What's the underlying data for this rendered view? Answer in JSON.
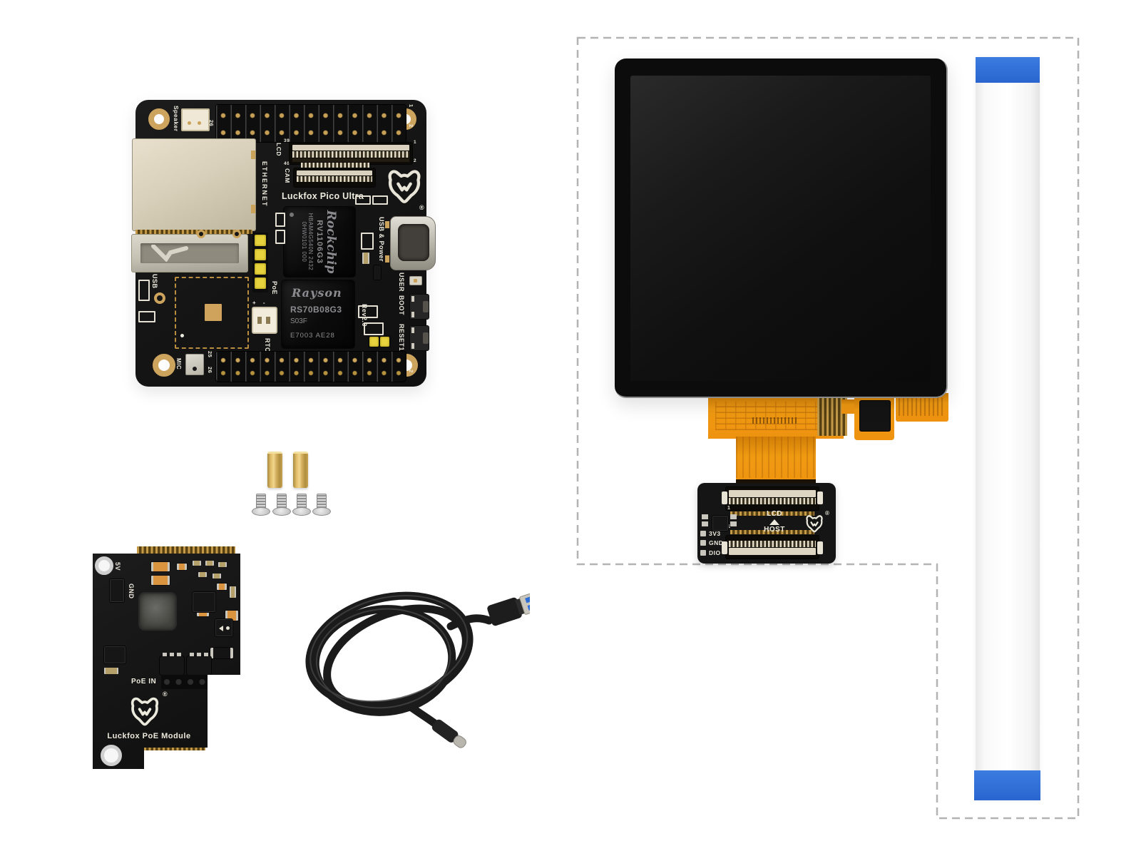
{
  "colors": {
    "pcb": "#161616",
    "gold": "#cda45e",
    "silk": "#ece9dd",
    "ethernet_metal": "#d4ccb6",
    "yellow_header": "#e7d33e",
    "flex_orange": "#ee9210",
    "tape_blue": "#2e6fd6",
    "dash_gray": "#b3b3b3",
    "ffc_white": "#fafafa"
  },
  "board": {
    "title": "Luckfox Pico Ultra",
    "reg": "®",
    "labels": {
      "speaker": "Speaker",
      "n26t": "26",
      "n1": "1",
      "n2": "2",
      "lcd": "LCD",
      "n39": "39",
      "n40": "40",
      "lcdn1": "1",
      "lcdn2": "2",
      "cam": "CAM",
      "ethernet": "ETHERNET",
      "usb_power": "USB & Power",
      "user": "USER",
      "boot": "BOOT",
      "reset1": "RESET1",
      "rev": "Rev2.0",
      "poe": "PoE",
      "rtc": "RTC",
      "rtc_marks": "+  -",
      "usb": "USB",
      "mic": "MIC",
      "n25b": "25",
      "n26b": "26",
      "n2b": "2"
    },
    "soc": {
      "brand": "Rockchip",
      "line1": "RV1106G3",
      "line2": "HBAM4G540N 2432",
      "line3": "0HW0101 000"
    },
    "memory": {
      "brand": "Rayson",
      "line1": "RS70B08G3",
      "line2": "S03F",
      "line3": "E7003  AE28"
    }
  },
  "poe_module": {
    "title": "Luckfox PoE Module",
    "reg": "®",
    "labels": {
      "v5": "5V",
      "gnd": "GND",
      "poe_in": "PoE IN"
    }
  },
  "lcd_kit": {
    "adapter": {
      "lcd": "LCD",
      "host": "HOST",
      "v3v3": "3V3",
      "gnd": "GND",
      "dio": "DIO",
      "pin1": "1",
      "reg": "®"
    }
  }
}
